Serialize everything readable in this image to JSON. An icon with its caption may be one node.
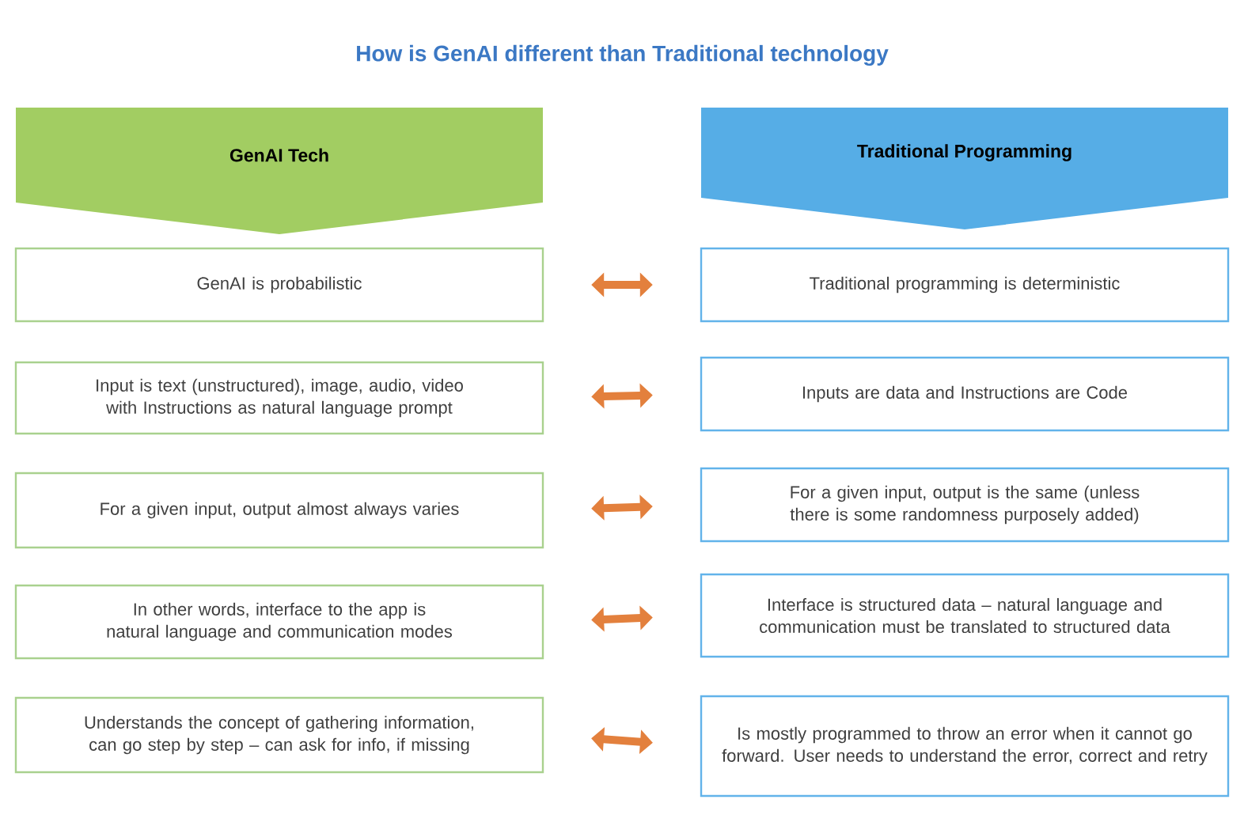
{
  "diagram": {
    "title": "How is GenAI different than Traditional technology",
    "nodes": [
      {
        "text": [
          "GenAI Tech"
        ]
      },
      {
        "text": [
          "Traditional  Programming"
        ]
      },
      {
        "text": [
          "GenAI is probabilistic"
        ]
      },
      {
        "text": [
          "Traditional programming is deterministic"
        ]
      },
      {
        "text": [
          "Input is text (unstructured), image, audio, video with Instructions as natural language prompt"
        ]
      },
      {
        "text": [
          "Inputs are data and Instructions are Code"
        ]
      },
      {
        "text": [
          "For a given input, output almost always varies"
        ]
      },
      {
        "text": [
          "For a given input, output is the same (unless there is some randomness purposely added)"
        ]
      },
      {
        "text": [
          "In other words, interface to the app is natural language and communication modes"
        ]
      },
      {
        "text": [
          "Interface is structured data – natural language and communication must be translated to structured data"
        ]
      },
      {
        "text": [
          "Understands the concept of gathering information, can go step by step – can ask for info, if missing"
        ]
      },
      {
        "text": [
          "Is mostly programmed to throw an error when it cannot go forward. User needs to understand the error,  correct and retry"
        ]
      }
    ],
    "edges": [
      {
        "from": 2,
        "to": 3,
        "arrow": "both"
      },
      {
        "from": 4,
        "to": 5,
        "arrow": "both"
      },
      {
        "from": 6,
        "to": 7,
        "arrow": "both"
      },
      {
        "from": 8,
        "to": 9,
        "arrow": "both"
      },
      {
        "from": 10,
        "to": 11,
        "arrow": "both"
      }
    ]
  }
}
